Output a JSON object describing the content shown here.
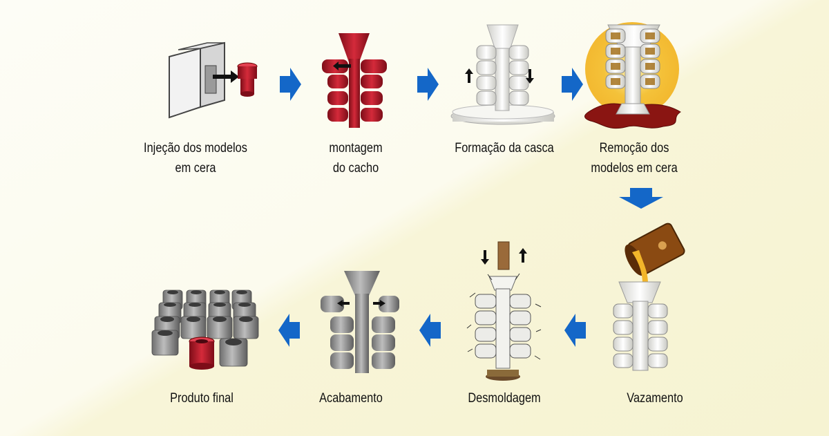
{
  "steps": [
    {
      "id": "injection",
      "lines": [
        "Injeção dos modelos",
        "em cera"
      ]
    },
    {
      "id": "assembly",
      "lines": [
        "montagem",
        "do cacho"
      ]
    },
    {
      "id": "shell",
      "lines": [
        "Formação da casca"
      ]
    },
    {
      "id": "dewax",
      "lines": [
        "Remoção dos",
        "modelos em cera"
      ]
    },
    {
      "id": "pouring",
      "lines": [
        "Vazamento"
      ]
    },
    {
      "id": "knockout",
      "lines": [
        "Desmoldagem"
      ]
    },
    {
      "id": "finishing",
      "lines": [
        "Acabamento"
      ]
    },
    {
      "id": "final",
      "lines": [
        "Produto final"
      ]
    }
  ],
  "colors": {
    "arrow": "#1467c8",
    "wax": "#b8182a",
    "ceramic": "#eeeeea",
    "metal": "#8c8c8c",
    "molten": "#f0b020"
  },
  "icons": {
    "injection": "wax-injection-die-icon",
    "assembly": "wax-tree-icon",
    "shell": "ceramic-shell-tree-icon",
    "dewax": "dewax-melting-icon",
    "pouring": "ladle-pouring-icon",
    "knockout": "shell-knockout-icon",
    "finishing": "metal-tree-cutting-icon",
    "final": "finished-parts-icon"
  }
}
